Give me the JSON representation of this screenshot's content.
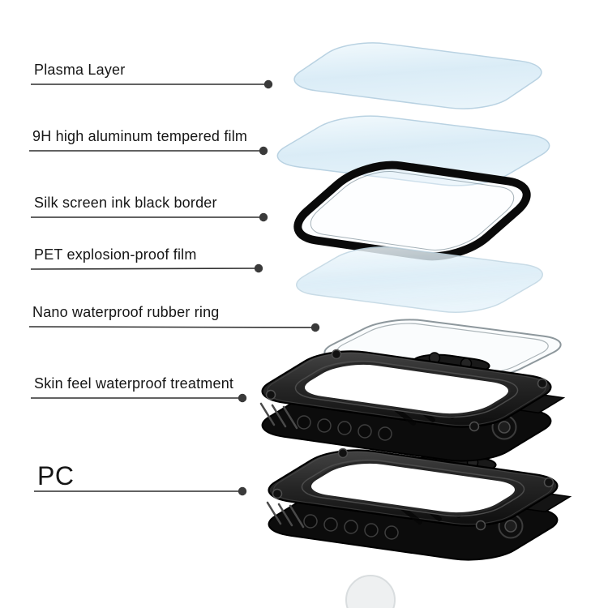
{
  "diagram": {
    "background": "#ffffff",
    "annotations": [
      {
        "label": "Plasma Layer",
        "layer": "plasma-film"
      },
      {
        "label": "9H high aluminum tempered film",
        "layer": "tempered-film"
      },
      {
        "label": "Silk screen ink black border",
        "layer": "ink-black-border"
      },
      {
        "label": "PET explosion-proof film",
        "layer": "pet-film"
      },
      {
        "label": "Nano waterproof rubber ring",
        "layer": "rubber-ring"
      },
      {
        "label": "Skin feel waterproof treatment",
        "layer": "watch-case-top"
      },
      {
        "label": "PC",
        "layer": "watch-case-bottom"
      }
    ],
    "colors": {
      "film_tint": "#d4e9f5",
      "film_edge": "#b9d2e2",
      "ink_border": "#0a0a0a",
      "ring_outline": "#8d979c",
      "case_body": "#1e1e1e",
      "leader_line": "#2f2f2f"
    }
  }
}
